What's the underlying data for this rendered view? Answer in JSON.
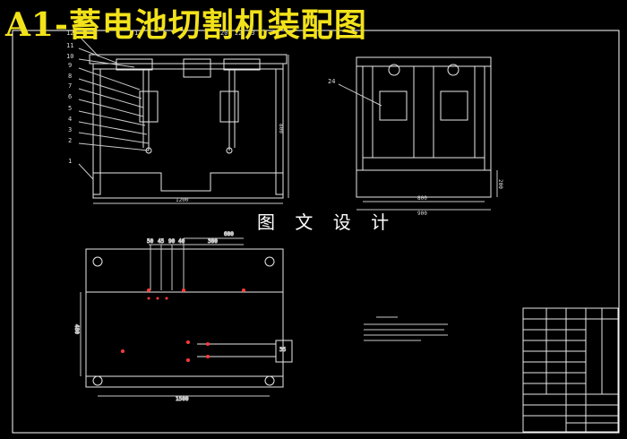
{
  "title": "A1-蓄电池切割机装配图",
  "watermark": "图 文 设 计",
  "colors": {
    "background": "#000000",
    "title": "#f2e21a",
    "watermark": "#ffffff",
    "frame": "#ffffff",
    "part_outline": "#e8e8e8",
    "labels": "#dcdcdc",
    "dimensions": "#c8c8c8",
    "holes": "#ff3a3a"
  },
  "front_view": {
    "part_numbers": [
      "12",
      "11",
      "10",
      "9",
      "8",
      "7",
      "6",
      "5",
      "4",
      "3",
      "2",
      "1"
    ],
    "top_numbers": [
      "13",
      "20",
      "22",
      "23"
    ],
    "dim_width": "1200",
    "dim_height": "800"
  },
  "side_view": {
    "part_number": "24",
    "dim_inner": "800",
    "dim_outer": "900",
    "dim_base": "200"
  },
  "plan_view": {
    "dims_top": [
      "50",
      "45",
      "90",
      "40",
      "300",
      "600"
    ],
    "dim_left": "480",
    "dim_bottom": "1500",
    "dim_right": "35"
  }
}
